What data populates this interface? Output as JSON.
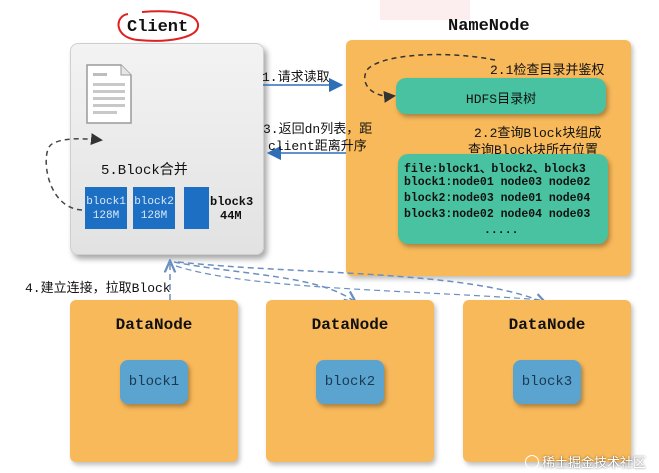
{
  "client": {
    "title": "Client",
    "merge_label": "5.Block合并",
    "blocks": [
      {
        "name": "block1",
        "size": "128M"
      },
      {
        "name": "block2",
        "size": "128M"
      },
      {
        "name": "block3",
        "size": "44M"
      }
    ]
  },
  "namenode": {
    "title": "NameNode",
    "check_label": "2.1检查目录并鉴权",
    "tree_label": "HDFS目录树",
    "query_label_1": "2.2查询Block块组成",
    "query_label_2": "查询Block块所在位置",
    "table_lines": [
      "file:block1、block2、block3",
      "block1:node01 node03 node02",
      "block2:node03 node01 node04",
      "block3:node02 node04 node03",
      "....."
    ]
  },
  "arrows": {
    "request_label": "1.请求读取",
    "return_label_1": "3.返回dn列表，距",
    "return_label_2": "client距离升序",
    "connect_label": "4.建立连接，拉取Block"
  },
  "datanodes": [
    {
      "title": "DataNode",
      "block": "block1"
    },
    {
      "title": "DataNode",
      "block": "block2"
    },
    {
      "title": "DataNode",
      "block": "block3"
    }
  ],
  "watermark": "稀土掘金技术社区",
  "colors": {
    "node_orange": "#f8b95a",
    "teal": "#48c2a0",
    "block_blue": "#1d6fc4",
    "dn_block_blue": "#5aa4cf",
    "arrow_blue": "#2f6fb6",
    "circle_red": "#e02020"
  }
}
